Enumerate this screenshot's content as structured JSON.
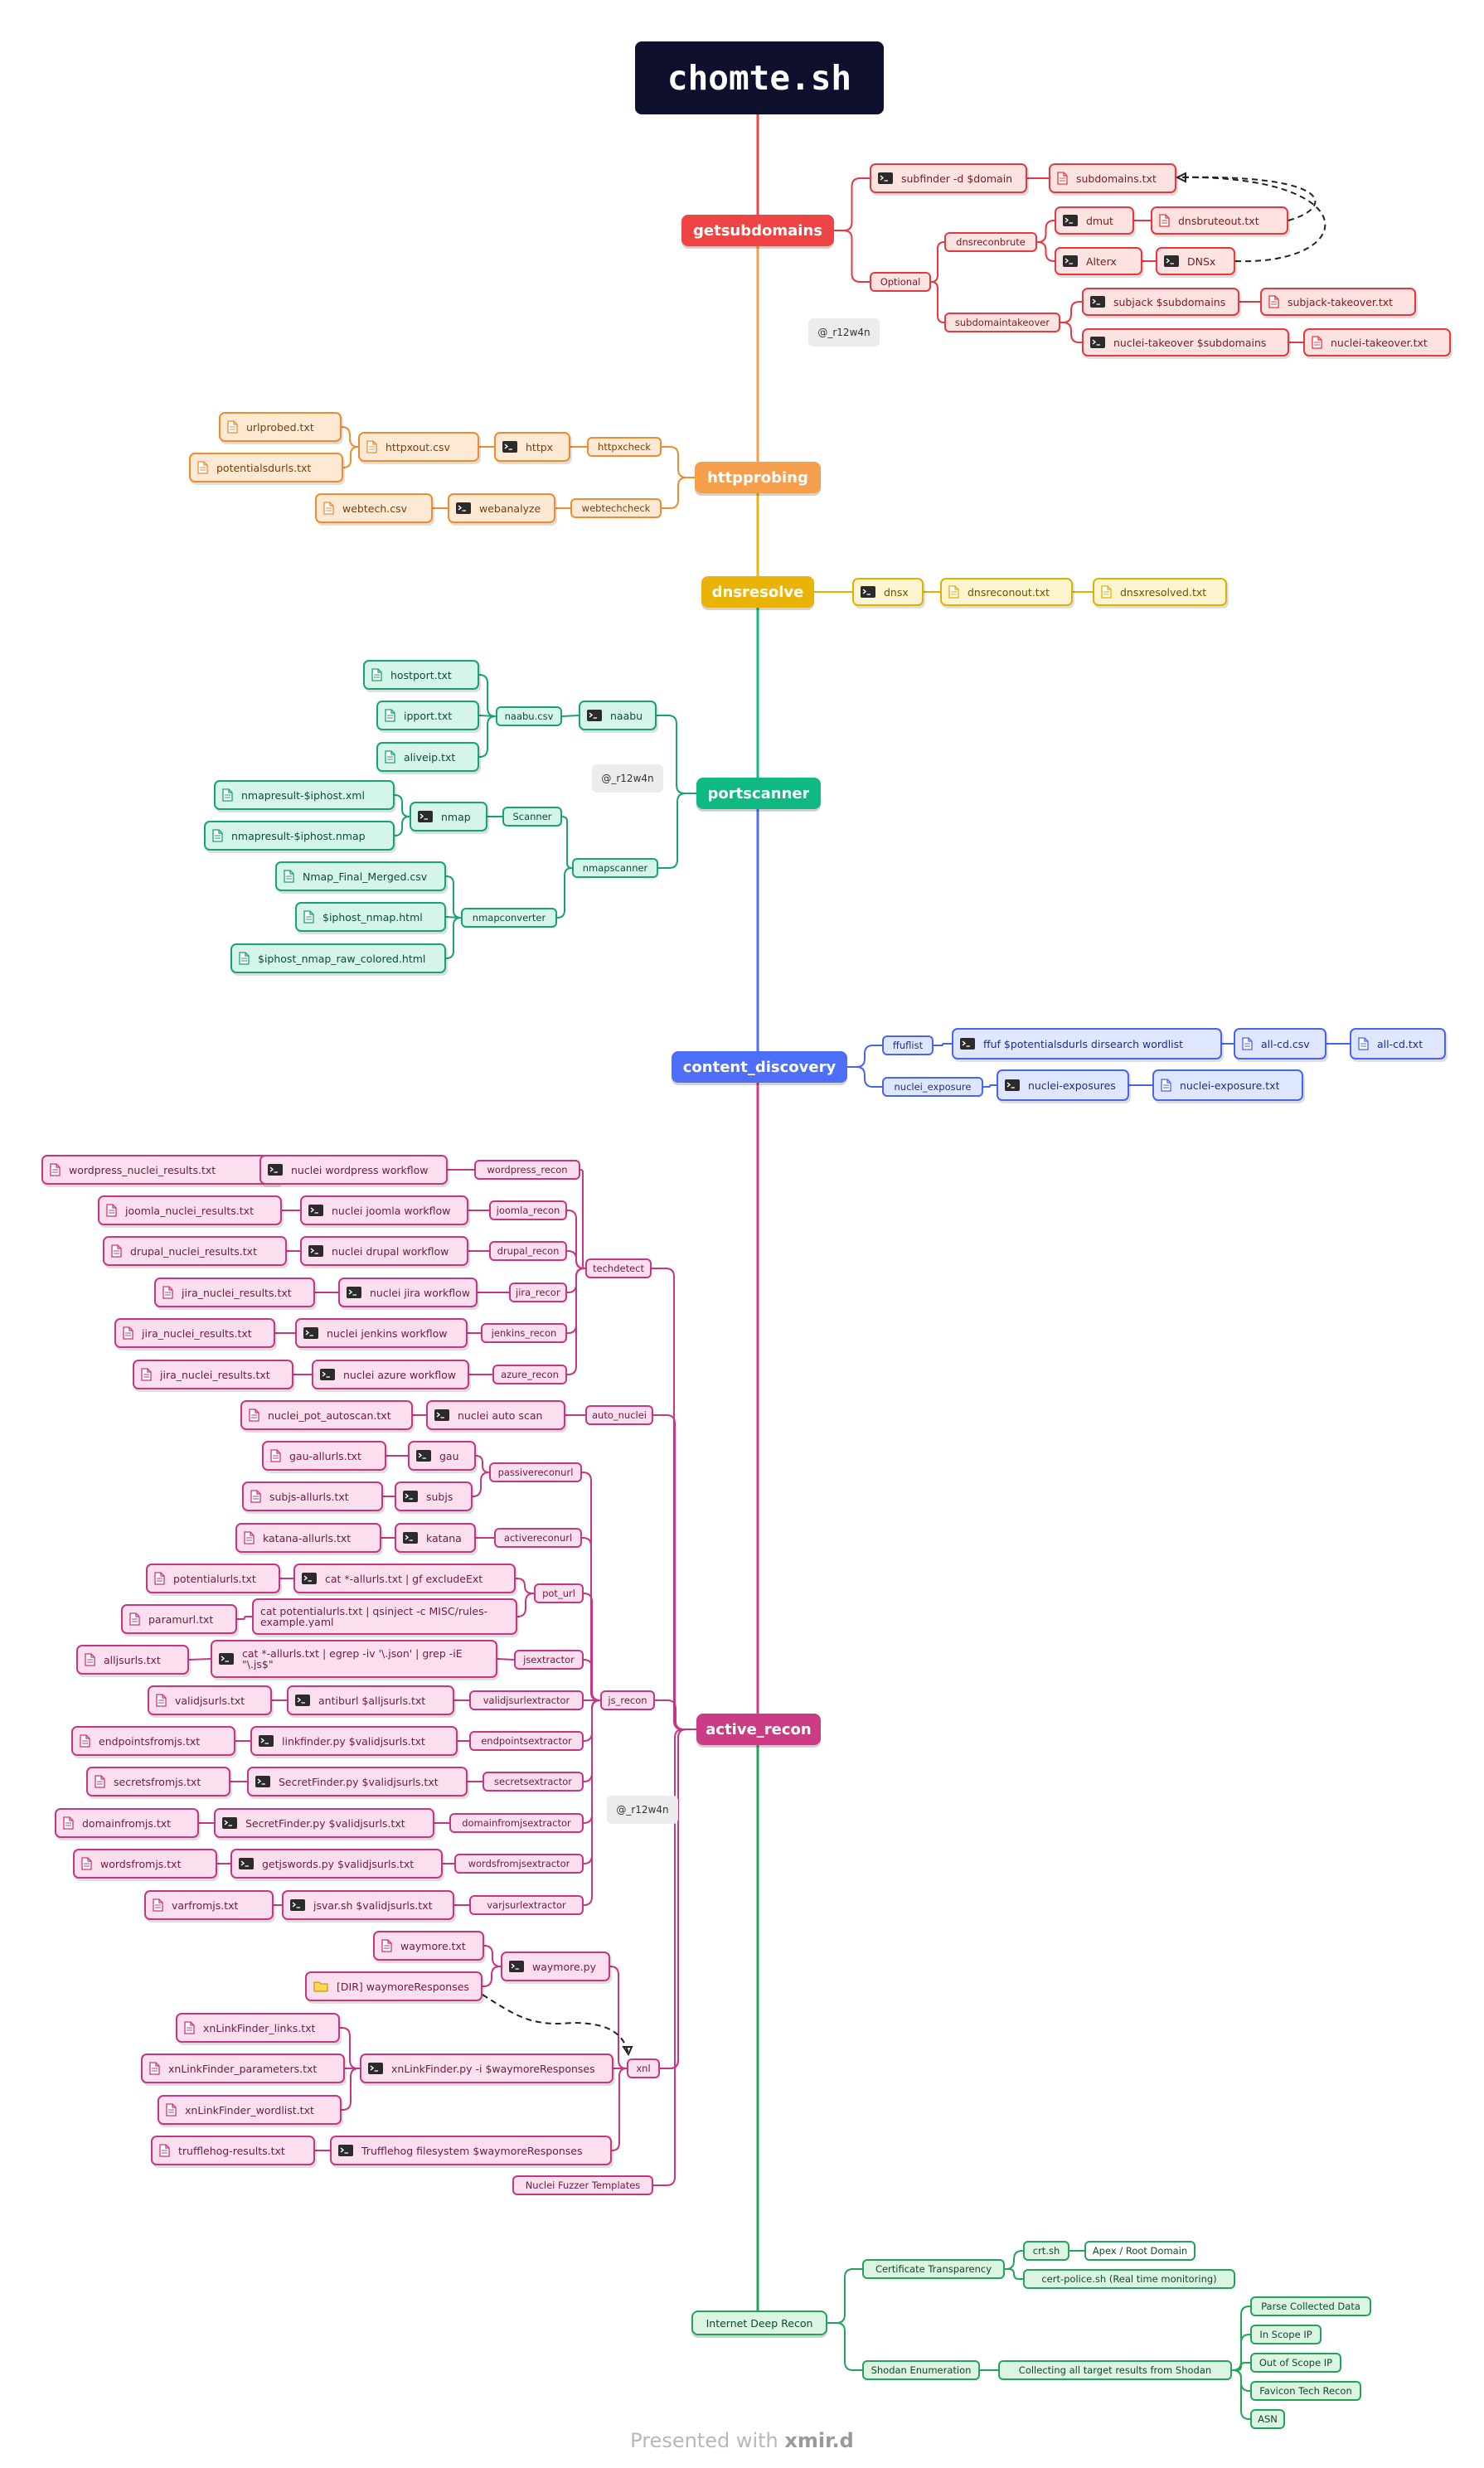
{
  "title": "chomte.sh",
  "footer": {
    "prefix": "Presented with",
    "brand": "xmir.d"
  },
  "colors": {
    "getsubdomains": "#ef4444",
    "httpprobing": "#f59e4b",
    "dnsresolve": "#eab308",
    "portscanner": "#10b981",
    "content_discovery": "#4f6ef7",
    "active_recon": "#cc3c84",
    "internet_deep_recon": "#22a559"
  },
  "tags": [
    "@_r12w4n",
    "@_r12w4n",
    "@_r12w4n"
  ],
  "sections": {
    "getsubdomains": {
      "label": "getsubdomains",
      "items": [
        "subfinder -d $domain",
        "subdomains.txt",
        "Optional",
        "dnsreconbrute",
        "dmut",
        "dnsbruteout.txt",
        "Alterx",
        "DNSx",
        "subdomaintakeover",
        "subjack $subdomains",
        "subjack-takeover.txt",
        "nuclei-takeover $subdomains",
        "nuclei-takeover.txt"
      ]
    },
    "httpprobing": {
      "label": "httpprobing",
      "items": [
        "urlprobed.txt",
        "potentialsdurls.txt",
        "httpxout.csv",
        "httpx",
        "httpxcheck",
        "webtech.csv",
        "webanalyze",
        "webtechcheck"
      ]
    },
    "dnsresolve": {
      "label": "dnsresolve",
      "items": [
        "dnsx",
        "dnsreconout.txt",
        "dnsxresolved.txt"
      ]
    },
    "portscanner": {
      "label": "portscanner",
      "items": [
        "hostport.txt",
        "ipport.txt",
        "aliveip.txt",
        "naabu.csv",
        "naabu",
        "nmapresult-$iphost.xml",
        "nmapresult-$iphost.nmap",
        "nmap",
        "Scanner",
        "nmapscanner",
        "Nmap_Final_Merged.csv",
        "$iphost_nmap.html",
        "$iphost_nmap_raw_colored.html",
        "nmapconverter"
      ]
    },
    "content_discovery": {
      "label": "content_discovery",
      "items": [
        "ffuflist",
        "ffuf $potentialsdurls dirsearch wordlist",
        "all-cd.csv",
        "all-cd.txt",
        "nuclei_exposure",
        "nuclei-exposures",
        "nuclei-exposure.txt"
      ]
    },
    "active_recon": {
      "label": "active_recon",
      "techdetect": [
        "wordpress_nuclei_results.txt",
        "nuclei wordpress workflow",
        "wordpress_recon",
        "joomla_nuclei_results.txt",
        "nuclei joomla workflow",
        "joomla_recon",
        "drupal_nuclei_results.txt",
        "nuclei drupal workflow",
        "drupal_recon",
        "jira_nuclei_results.txt",
        "nuclei jira workflow",
        "jira_recon",
        "jira_nuclei_results.txt",
        "nuclei jenkins workflow",
        "jenkins_recon",
        "jira_nuclei_results.txt",
        "nuclei azure workflow",
        "azure_recon",
        "techdetect"
      ],
      "auto_nuclei": [
        "nuclei_pot_autoscan.txt",
        "nuclei auto scan",
        "auto_nuclei"
      ],
      "js_recon": [
        "gau-allurls.txt",
        "gau",
        "subjs-allurls.txt",
        "subjs",
        "passivereconurl",
        "katana-allurls.txt",
        "katana",
        "activereconurl",
        "potentialurls.txt",
        "cat *-allurls.txt | gf excludeExt",
        "pot_url",
        "paramurl.txt",
        "cat potentialurls.txt | qsinject -c MISC/rules-example.yaml",
        "alljsurls.txt",
        "cat *-allurls.txt | egrep -iv '\\.json' | grep -iE \"\\.js$\"",
        "jsextractor",
        "js_recon",
        "validjsurls.txt",
        "antiburl $alljsurls.txt",
        "validjsurlextractor",
        "endpointsfromjs.txt",
        "linkfinder.py $validjsurls.txt",
        "endpointsextractor",
        "secretsfromjs.txt",
        "SecretFinder.py $validjsurls.txt",
        "secretsextractor",
        "domainfromjs.txt",
        "SecretFinder.py $validjsurls.txt",
        "domainfromjsextractor",
        "wordsfromjs.txt",
        "getjswords.py $validjsurls.txt",
        "wordsfromjsextractor",
        "varfromjs.txt",
        "jsvar.sh $validjsurls.txt",
        "varjsurlextractor"
      ],
      "xnl": [
        "waymore.txt",
        "waymore.py",
        "[DIR] waymoreResponses",
        "xnLinkFinder_links.txt",
        "xnLinkFinder_parameters.txt",
        "xnLinkFinder.py -i $waymoreResponses",
        "xnl",
        "xnLinkFinder_wordlist.txt",
        "trufflehog-results.txt",
        "Trufflehog filesystem $waymoreResponses"
      ],
      "fuzzer": "Nuclei Fuzzer Templates"
    },
    "internet_deep_recon": {
      "label": "Internet Deep Recon",
      "items": [
        "Certificate Transparency",
        "crt.sh",
        "Apex / Root Domain",
        "cert-police.sh (Real time monitoring)",
        "Shodan Enumeration",
        "Collecting all target results from Shodan",
        "Parse Collected Data",
        "In Scope IP",
        "Out of Scope IP",
        "Favicon Tech Recon",
        "ASN"
      ]
    }
  }
}
